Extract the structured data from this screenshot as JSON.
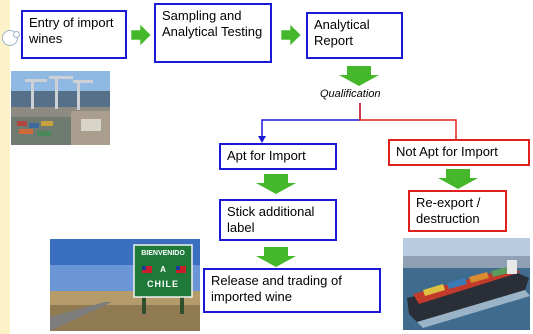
{
  "steps": {
    "entry": "Entry of import wines",
    "sampling": "Sampling and Analytical Testing",
    "report": "Analytical Report",
    "apt": "Apt for Import",
    "not_apt": "Not Apt for Import",
    "label": "Stick additional label",
    "release": "Release and trading of imported wine",
    "reexport": "Re-export / destruction"
  },
  "qualification": "Qualification",
  "sign": {
    "top": "BIENVENIDO",
    "middle": "A",
    "bottom": "CHILE"
  },
  "colors": {
    "box_border": "#1a1ad6",
    "reject_border": "#e0201c",
    "arrow_fill": "#44b82a"
  },
  "icons": {
    "flow_arrow": "green-block-arrow",
    "port_photo": "container-port-photo",
    "sign_photo": "welcome-chile-sign-photo",
    "ship_photo": "cargo-ship-photo"
  }
}
